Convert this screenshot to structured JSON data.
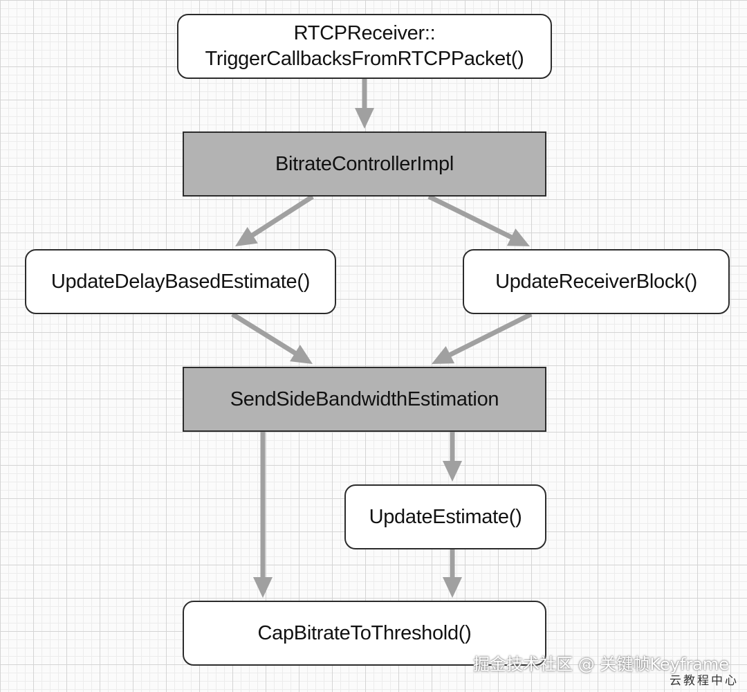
{
  "nodes": {
    "rtcp_receiver": {
      "line1": "RTCPReceiver::",
      "line2": "TriggerCallbacksFromRTCPPacket()"
    },
    "bitrate_controller": {
      "label": "BitrateControllerImpl"
    },
    "update_delay": {
      "label": "UpdateDelayBasedEstimate()"
    },
    "update_receiver": {
      "label": "UpdateReceiverBlock()"
    },
    "send_side": {
      "label": "SendSideBandwidthEstimation"
    },
    "update_estimate": {
      "label": "UpdateEstimate()"
    },
    "cap_bitrate": {
      "label": "CapBitrateToThreshold()"
    }
  },
  "edges": [
    {
      "from": "rtcp_receiver",
      "to": "bitrate_controller"
    },
    {
      "from": "bitrate_controller",
      "to": "update_delay"
    },
    {
      "from": "bitrate_controller",
      "to": "update_receiver"
    },
    {
      "from": "update_delay",
      "to": "send_side"
    },
    {
      "from": "update_receiver",
      "to": "send_side"
    },
    {
      "from": "send_side",
      "to": "update_estimate"
    },
    {
      "from": "send_side",
      "to": "cap_bitrate"
    },
    {
      "from": "update_estimate",
      "to": "cap_bitrate"
    }
  ],
  "colors": {
    "process_fill": "#b3b3b3",
    "method_fill": "#ffffff",
    "arrow": "#a0a0a0"
  },
  "watermark": "掘金技术社区 @ 关键帧Keyframe",
  "badge": "云教程中心"
}
